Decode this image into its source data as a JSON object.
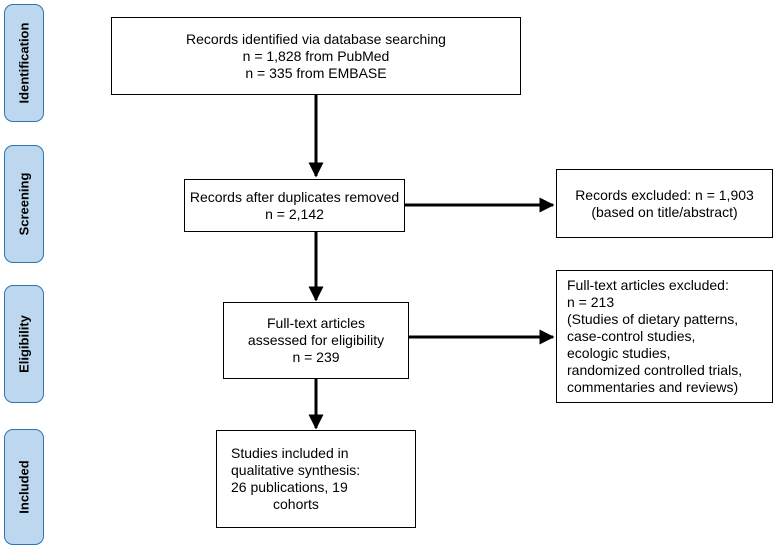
{
  "phases": {
    "identification": "Identification",
    "screening": "Screening",
    "eligibility": "Eligibility",
    "included": "Included"
  },
  "boxes": {
    "identified": {
      "line1": "Records identified via database searching",
      "line2": "n = 1,828 from PubMed",
      "line3": "n = 335 from EMBASE"
    },
    "duplicates": {
      "line1": "Records after duplicates removed",
      "line2": "n = 2,142"
    },
    "excluded_title": {
      "line1": "Records excluded: n = 1,903",
      "line2": "(based on title/abstract)"
    },
    "fulltext": {
      "line1": "Full-text articles",
      "line2": "assessed for eligibility",
      "line3": "n = 239"
    },
    "excluded_fulltext": {
      "line1": "Full-text articles excluded:",
      "line2": "n = 213",
      "line3": "(Studies of dietary patterns,",
      "line4": "case-control studies,",
      "line5": "ecologic studies,",
      "line6": "randomized controlled trials,",
      "line7": "commentaries and reviews)"
    },
    "included": {
      "line1": "Studies included in",
      "line2": "qualitative synthesis:",
      "line3": "26 publications, 19",
      "line4": "cohorts"
    }
  }
}
